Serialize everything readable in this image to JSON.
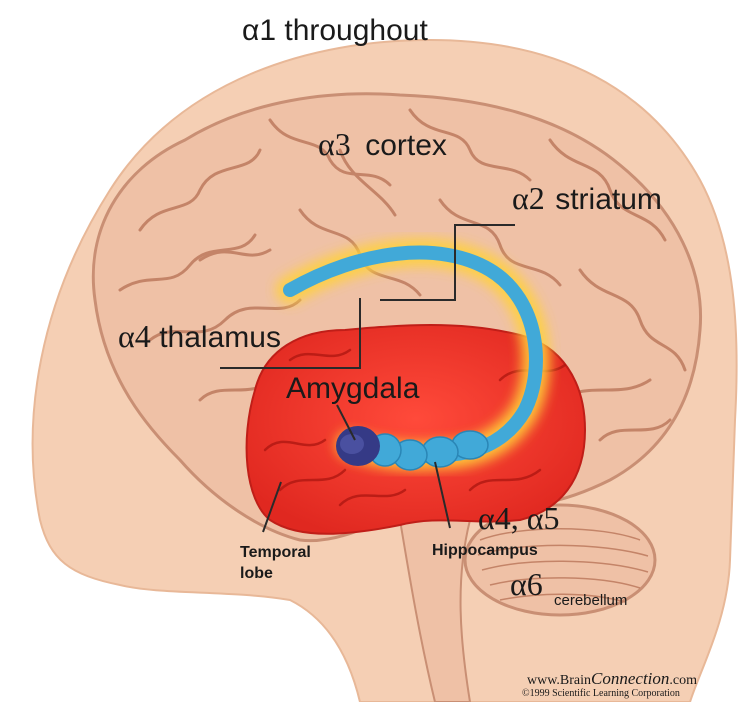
{
  "labels": {
    "alpha1": "α1 throughout",
    "alpha3_greek": "α3",
    "alpha3_text": "cortex",
    "alpha2_greek": "α2",
    "alpha2_text": "striatum",
    "alpha4_greek": "α4",
    "alpha4_text": "thalamus",
    "amygdala": "Amygdala",
    "alpha45": "α4, α5",
    "hippocampus": "Hippocampus",
    "temporal_line1": "Temporal",
    "temporal_line2": "lobe",
    "alpha6": "α6",
    "cerebellum": "cerebellum"
  },
  "credit": {
    "site_prefix": "www.Brain",
    "site_brand": "Connection",
    "site_suffix": ".com",
    "copyright": "©1999 Scientific Learning Corporation"
  },
  "colors": {
    "skin": "#f5cfb4",
    "brain": "#efc1a6",
    "temporal": "#e8322a",
    "hippocampus": "#41a9d8",
    "amygdala": "#353a86",
    "glow": "#ffd13b"
  }
}
